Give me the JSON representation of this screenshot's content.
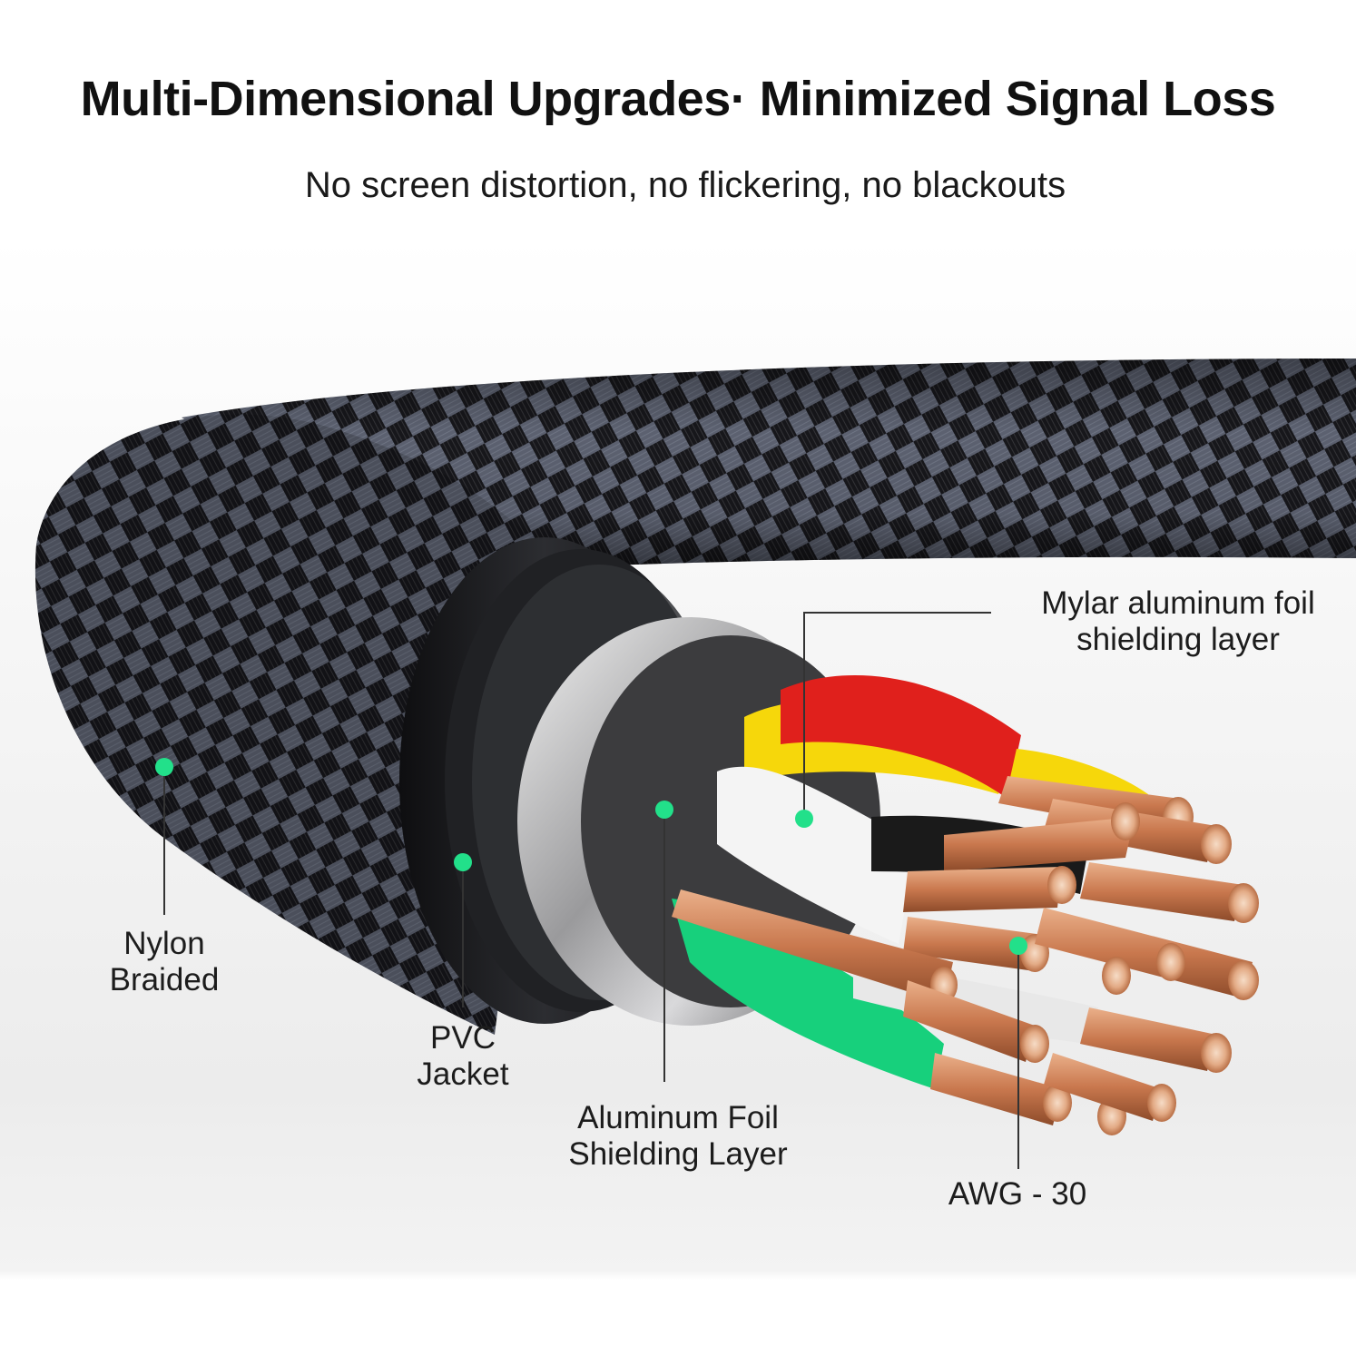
{
  "header": {
    "title": "Multi-Dimensional Upgrades· Minimized Signal Loss",
    "subtitle": "No screen distortion, no flickering, no blackouts"
  },
  "colors": {
    "marker": "#22e08a",
    "braid_dark": "#141418",
    "braid_light": "#5d6270",
    "copper": "#d4895f",
    "wire_red": "#e0201c",
    "wire_yellow": "#f6d70b",
    "wire_green": "#17d07c",
    "wire_white": "#f4f4f4",
    "wire_blue": "#79c7e2",
    "wire_black": "#1a1a1a"
  },
  "callouts": {
    "nylon": {
      "line1": "Nylon",
      "line2": "Braided"
    },
    "pvc": {
      "line1": "PVC",
      "line2": "Jacket"
    },
    "aluminum": {
      "line1": "Aluminum Foil",
      "line2": "Shielding Layer"
    },
    "mylar": {
      "line1": "Mylar aluminum foil",
      "line2": "shielding layer"
    },
    "awg": {
      "line1": "AWG - 30"
    }
  }
}
